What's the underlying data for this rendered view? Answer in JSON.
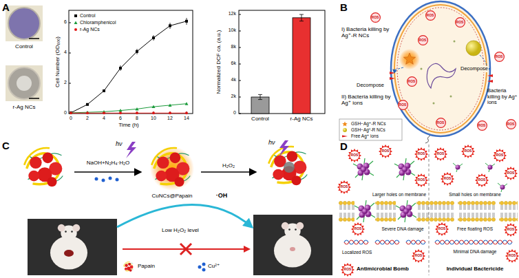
{
  "diagram": {
    "nodes": [
      {
        "text": [
          "ROS"
        ]
      },
      {
        "text": [
          "ROS"
        ]
      },
      {
        "text": [
          "ROS"
        ]
      },
      {
        "text": [
          "ROS"
        ]
      },
      {
        "text": [
          "ROS"
        ]
      },
      {
        "text": [
          "ROS"
        ]
      },
      {
        "text": [
          "ROS"
        ]
      },
      {
        "text": [
          "ROS"
        ]
      },
      {
        "text": [
          "ROS"
        ]
      },
      {
        "text": [
          "ROS"
        ]
      },
      {
        "text": [
          "ROS"
        ]
      },
      {
        "text": [
          "ROS"
        ]
      },
      {
        "text": [
          "ROS"
        ]
      },
      {
        "text": [
          "ROS"
        ]
      },
      {
        "text": [
          "ROS"
        ]
      },
      {
        "text": [
          "ROS"
        ]
      },
      {
        "text": [
          "ROS"
        ]
      },
      {
        "text": [
          "ROS"
        ]
      },
      {
        "text": [
          "ROS"
        ]
      },
      {
        "text": [
          "ROS"
        ]
      },
      {
        "text": [
          "ROS"
        ]
      },
      {
        "text": [
          "ROS"
        ]
      },
      {
        "text": [
          "ROS"
        ]
      },
      {
        "text": [
          "ROS"
        ]
      },
      {
        "text": [
          "ROS"
        ]
      },
      {
        "text": [
          "ROS"
        ]
      },
      {
        "text": [
          "ROS"
        ]
      }
    ],
    "labels": [
      "A",
      "Control",
      "r-Ag NCs",
      "Cell Number (OD₆₀₀)",
      "0",
      "2",
      "4",
      "6",
      "0",
      "2",
      "4",
      "6",
      "8",
      "10",
      "12",
      "14",
      "Time (h)",
      "Normalized DCF ca. (a.u.)",
      "0",
      "2k",
      "4k",
      "6k",
      "8k",
      "10k",
      "12k",
      "Control",
      "r-Ag NCs",
      "B",
      "I) Bacteria killing by Ag⁺-R NCs",
      "Decompose",
      "II) Bacteria killing by Ag⁺ ions",
      "Decompose",
      "Bacteria killing by Ag⁺ ions",
      "C",
      "NaOH+N₂H₄·H₂O",
      "H₂O₂",
      "hν",
      "hν",
      "CuNCs@Papain",
      "·OH",
      "Low H₂O₂ level",
      "Papain",
      "Cu²⁺",
      "D",
      "Larger holes on membrane",
      "Severe DNA damage",
      "Localized ROS",
      "Antimicrobial Bomb",
      "Small holes on membrane",
      "Free floating ROS",
      "Minimal DNA damage",
      "Individual Bactericide"
    ],
    "legend": [
      {
        "text": "Control"
      },
      {
        "text": "Chloramphenicol"
      },
      {
        "text": "r-Ag NCs"
      },
      {
        "text": "GSH−Ag⁺-R NCs"
      },
      {
        "text": "GSH−Ag⁰-R NCs"
      },
      {
        "text": "Free Ag⁺ ions"
      }
    ]
  }
}
